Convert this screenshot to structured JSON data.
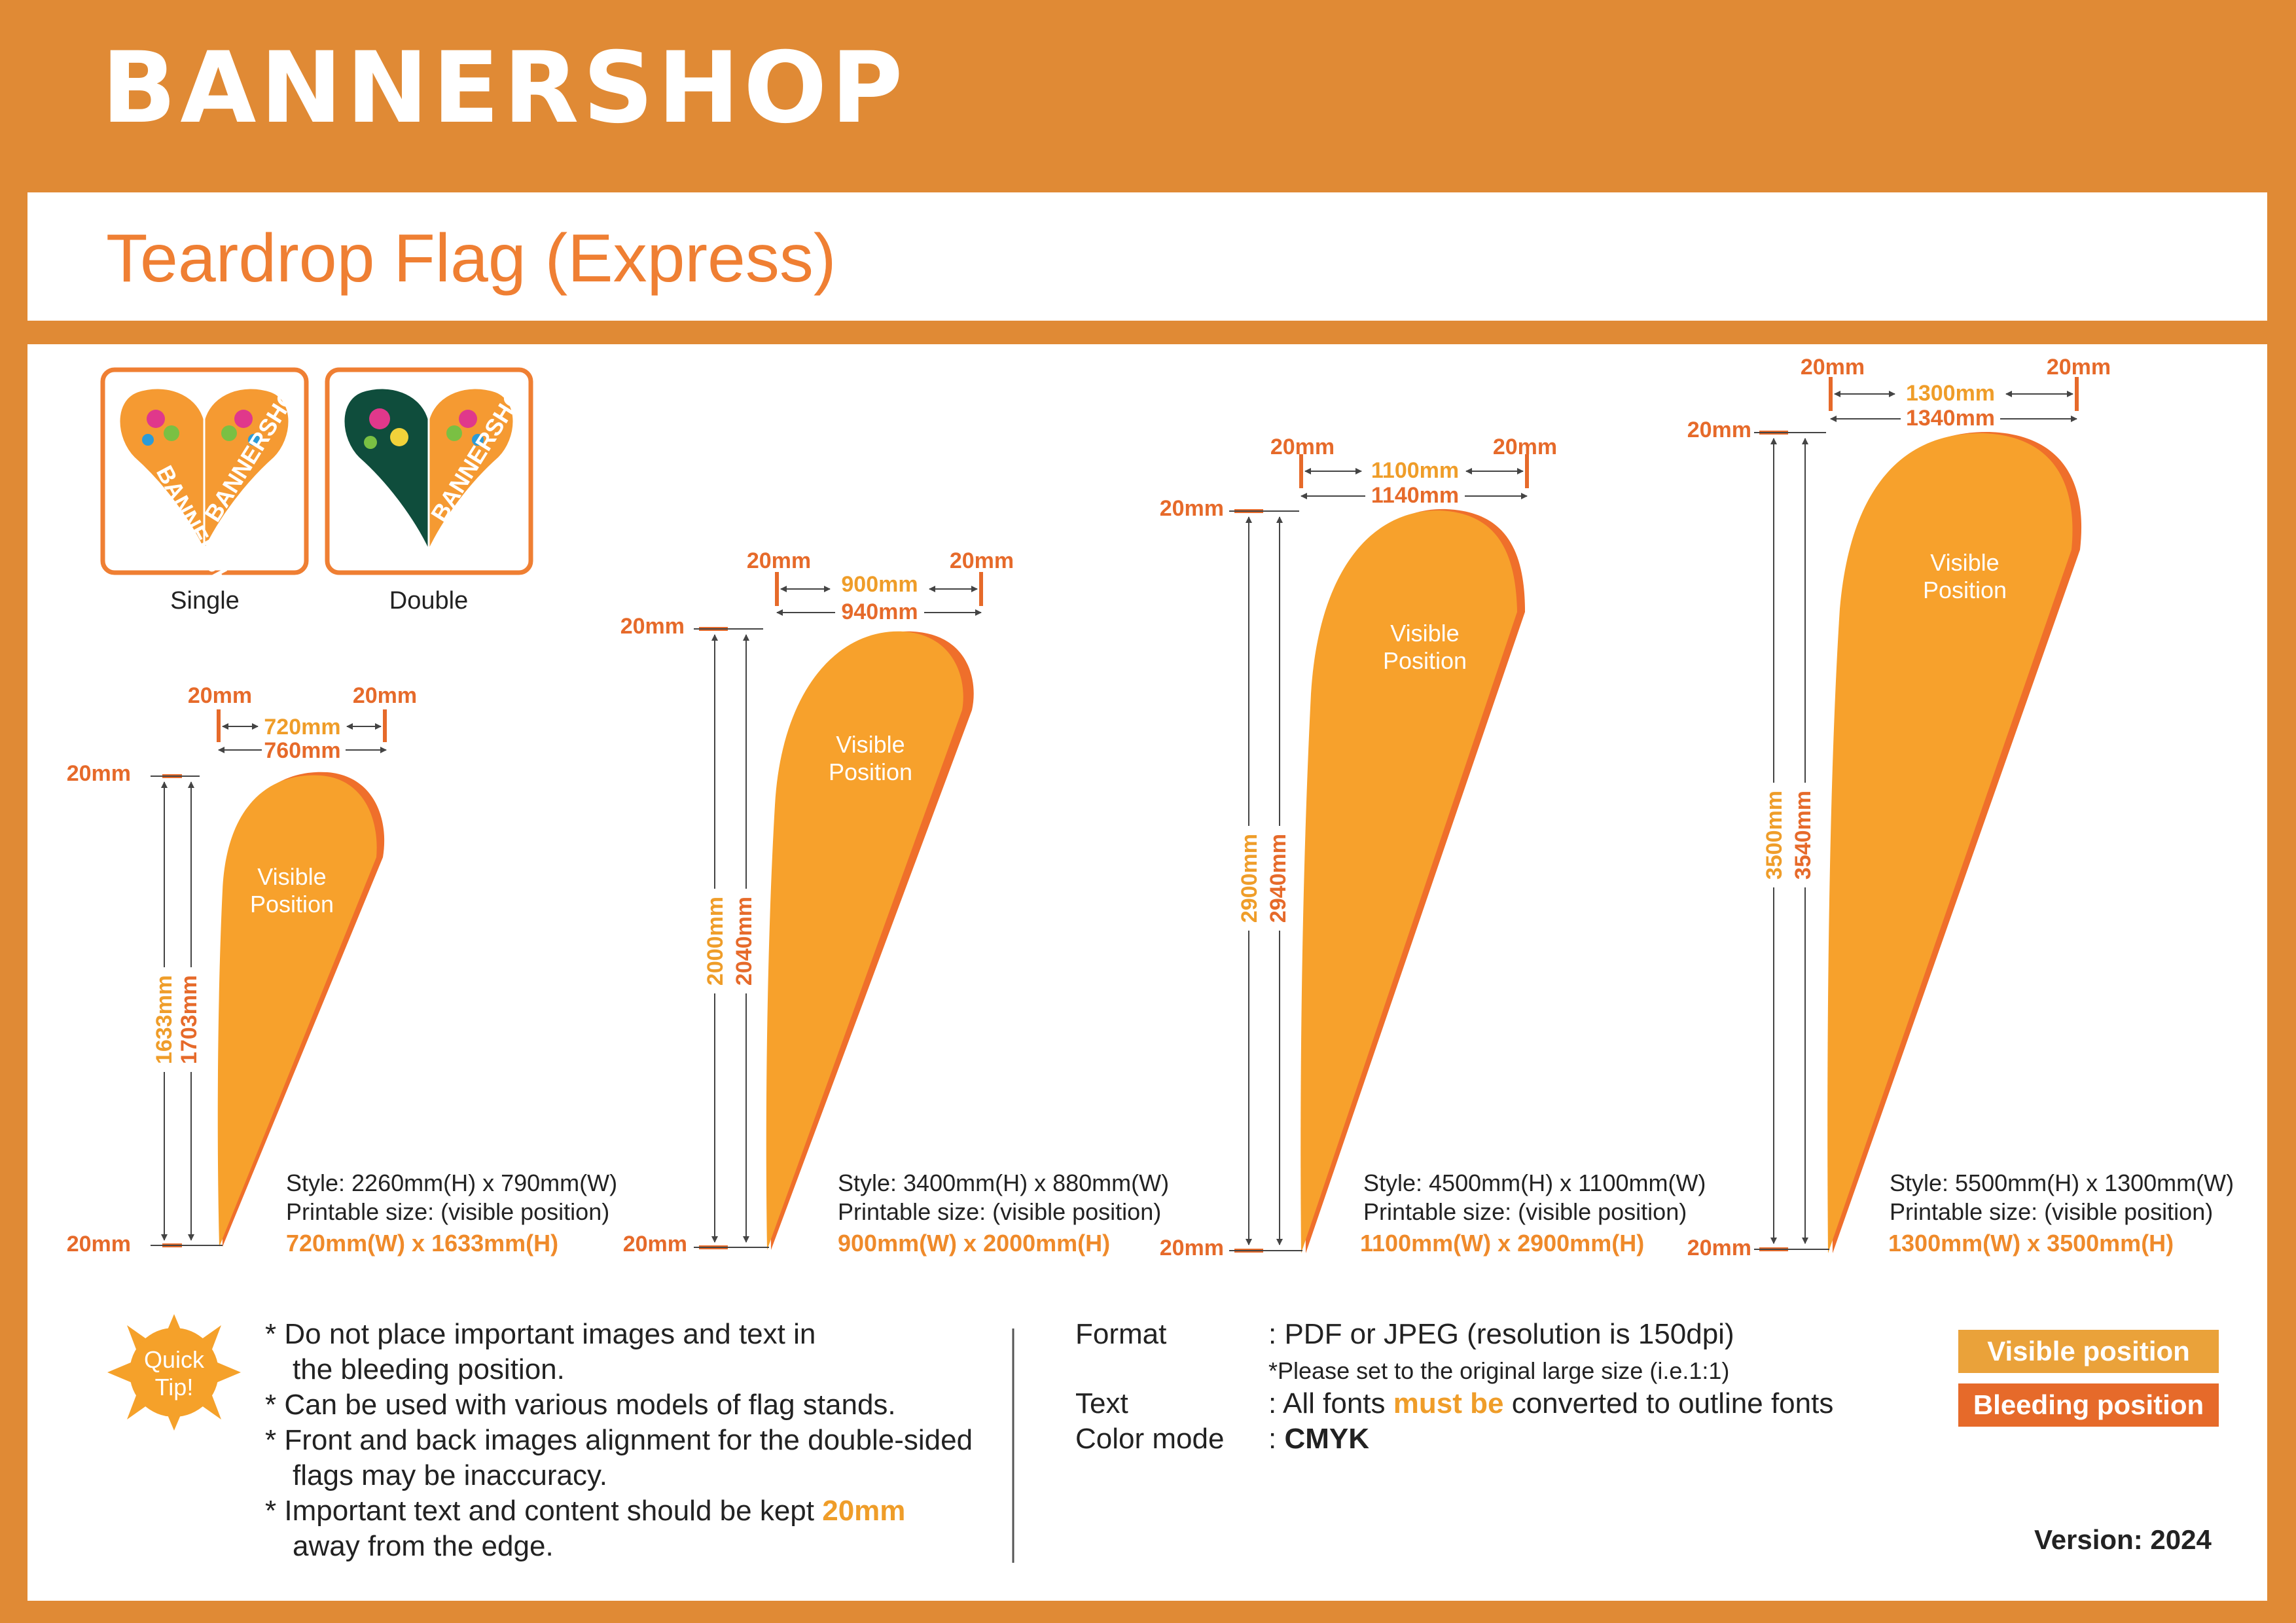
{
  "header": {
    "brand": "BANNERSHOP",
    "title": "Teardrop Flag (Express)"
  },
  "thumbs": [
    {
      "label": "Single"
    },
    {
      "label": "Double"
    }
  ],
  "thumb_logo": "BANNERSHOP",
  "flags": [
    {
      "bleed_top": "20mm",
      "bleed_left": "20mm",
      "bleed_right": "20mm",
      "bleed_bottom": "20mm",
      "visible_w": "720mm",
      "total_w": "760mm",
      "visible_h": "1633mm",
      "total_h": "1703mm",
      "visible_l1": "Visible",
      "visible_l2": "Position",
      "style": "Style: 2260mm(H) x 790mm(W)",
      "printable": "Printable size: (visible position)",
      "size": "720mm(W) x 1633mm(H)"
    },
    {
      "bleed_top": "20mm",
      "bleed_left": "20mm",
      "bleed_right": "20mm",
      "bleed_bottom": "20mm",
      "visible_w": "900mm",
      "total_w": "940mm",
      "visible_h": "2000mm",
      "total_h": "2040mm",
      "visible_l1": "Visible",
      "visible_l2": "Position",
      "style": "Style: 3400mm(H) x 880mm(W)",
      "printable": "Printable size: (visible position)",
      "size": "900mm(W) x 2000mm(H)"
    },
    {
      "bleed_top": "20mm",
      "bleed_left": "20mm",
      "bleed_right": "20mm",
      "bleed_bottom": "20mm",
      "visible_w": "1100mm",
      "total_w": "1140mm",
      "visible_h": "2900mm",
      "total_h": "2940mm",
      "visible_l1": "Visible",
      "visible_l2": "Position",
      "style": "Style: 4500mm(H) x 1100mm(W)",
      "printable": "Printable size: (visible position)",
      "size": "1100mm(W) x 2900mm(H)"
    },
    {
      "bleed_top": "20mm",
      "bleed_left": "20mm",
      "bleed_right": "20mm",
      "bleed_bottom": "20mm",
      "visible_w": "1300mm",
      "total_w": "1340mm",
      "visible_h": "3500mm",
      "total_h": "3540mm",
      "visible_l1": "Visible",
      "visible_l2": "Position",
      "style": "Style: 5500mm(H) x 1300mm(W)",
      "printable": "Printable size: (visible position)",
      "size": "1300mm(W) x 3500mm(H)"
    }
  ],
  "quick_tip": {
    "line1": "Quick",
    "line2": "Tip!"
  },
  "tips": {
    "t1a": "* Do not place important images and text in",
    "t1b": "the bleeding position.",
    "t2": "* Can be used with various models of flag stands.",
    "t3a": "* Front and back images alignment for the double-sided",
    "t3b": "flags may be inaccuracy.",
    "t4a": "* Important text and content should be kept ",
    "t4hi": "20mm",
    "t4b": "away from the edge."
  },
  "specs": {
    "format_label": "Format",
    "format_value": ": PDF or JPEG (resolution is 150dpi)",
    "format_note": "*Please set to the original large size (i.e.1:1)",
    "text_label": "Text",
    "text_value_a": ": All fonts ",
    "text_value_hi": "must be",
    "text_value_b": " converted to outline fonts",
    "color_label": "Color mode",
    "color_prefix": ": ",
    "color_value": "CMYK"
  },
  "legend": {
    "visible": "Visible position",
    "bleeding": "Bleeding position"
  },
  "version": {
    "label": "Version:",
    "value": "2024"
  },
  "colors": {
    "frame": "#e08a35",
    "flag_fill": "#f7a12c",
    "flag_edge": "#ef6f2b",
    "visible_badge": "#eaa23a",
    "bleeding_badge": "#e66a2a"
  }
}
